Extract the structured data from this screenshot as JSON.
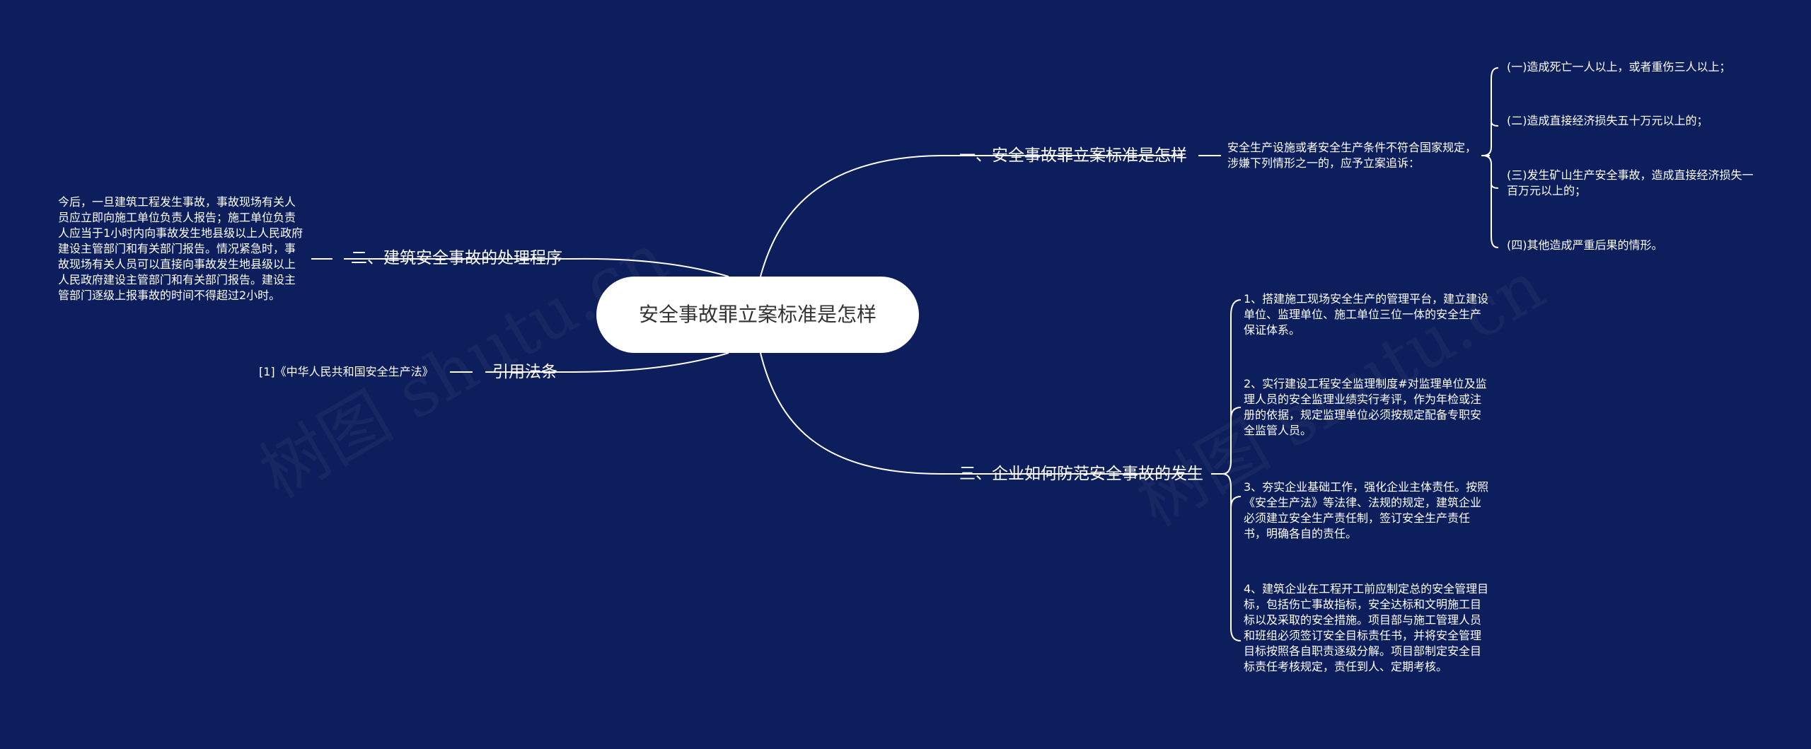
{
  "root": {
    "label": "安全事故罪立案标准是怎样"
  },
  "branches": {
    "b1": {
      "label": "一、安全事故罪立案标准是怎样",
      "intro": "安全生产设施或者安全生产条件不符合国家规定，涉嫌下列情形之一的，应予立案追诉：",
      "items": [
        "(一)造成死亡一人以上，或者重伤三人以上；",
        "(二)造成直接经济损失五十万元以上的；",
        "(三)发生矿山生产安全事故，造成直接经济损失一百万元以上的；",
        "(四)其他造成严重后果的情形。"
      ]
    },
    "b2": {
      "label": "二、建筑安全事故的处理程序",
      "text": "今后，一旦建筑工程发生事故，事故现场有关人员应立即向施工单位负责人报告；施工单位负责人应当于1小时内向事故发生地县级以上人民政府建设主管部门和有关部门报告。情况紧急时，事故现场有关人员可以直接向事故发生地县级以上人民政府建设主管部门和有关部门报告。建设主管部门逐级上报事故的时间不得超过2小时。"
    },
    "b3": {
      "label": "引用法条",
      "text": "[1]《中华人民共和国安全生产法》"
    },
    "b4": {
      "label": "三、企业如何防范安全事故的发生",
      "items": [
        "1、搭建施工现场安全生产的管理平台，建立建设单位、监理单位、施工单位三位一体的安全生产保证体系。",
        "2、实行建设工程安全监理制度#对监理单位及监理人员的安全监理业绩实行考评，作为年检或注册的依据，规定监理单位必须按规定配备专职安全监管人员。",
        "3、夯实企业基础工作，强化企业主体责任。按照《安全生产法》等法律、法规的规定，建筑企业必须建立安全生产责任制，签订安全生产责任书，明确各自的责任。",
        "4、建筑企业在工程开工前应制定总的安全管理目标，包括伤亡事故指标，安全达标和文明施工目标以及采取的安全措施。项目部与施工管理人员和班组必须签订安全目标责任书，并将安全管理目标按照各自职责逐级分解。项目部制定安全目标责任考核规定，责任到人、定期考核。"
      ]
    }
  },
  "colors": {
    "background": "#0c1e5b",
    "line": "#ffffff",
    "root_fill": "#ffffff",
    "root_text": "#333333"
  }
}
